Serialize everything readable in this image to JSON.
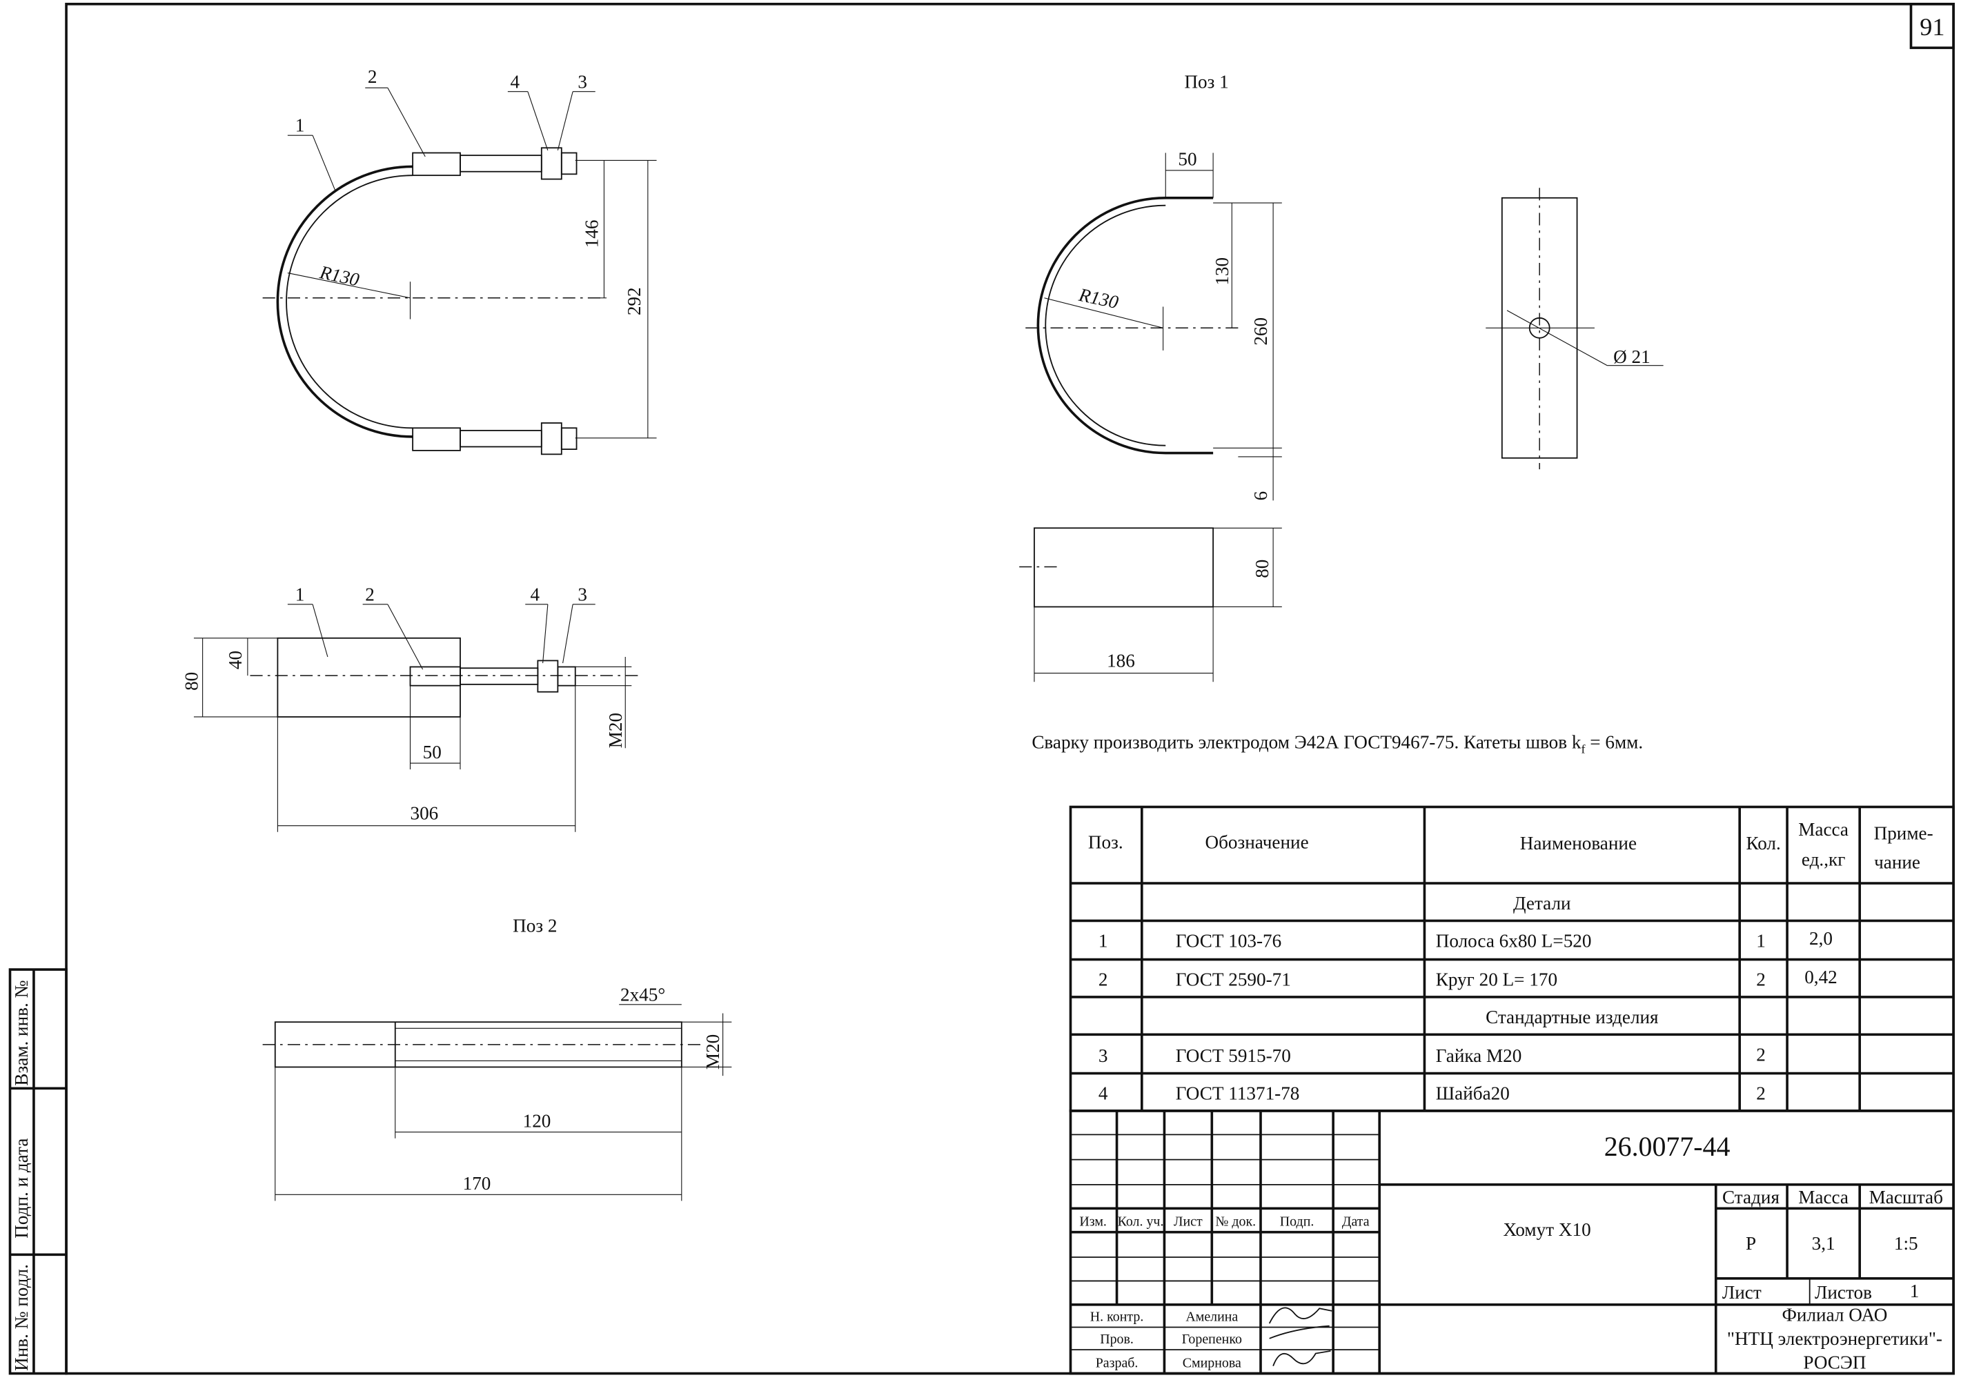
{
  "sheet_number": "91",
  "side_stamp": [
    "Взам. инв. №",
    "Подп. и дата",
    "Инв. № подл."
  ],
  "views": {
    "assembly_top": {
      "callouts": [
        "1",
        "2",
        "4",
        "3"
      ],
      "radius": "R130",
      "dim_146": "146",
      "dim_292": "292"
    },
    "assembly_side": {
      "callouts": [
        "1",
        "2",
        "4",
        "3"
      ],
      "dim_80": "80",
      "dim_40": "40",
      "dim_50": "50",
      "dim_306": "306",
      "thread": "M20"
    },
    "pos2": {
      "title": "Поз 2",
      "chamfer": "2x45°",
      "thread": "M20",
      "dim_120": "120",
      "dim_170": "170"
    },
    "pos1": {
      "title": "Поз 1",
      "dim_50": "50",
      "radius": "R130",
      "dim_130": "130",
      "dim_260": "260",
      "dim_6": "6",
      "dim_80": "80",
      "dim_186": "186",
      "hole": "Ø 21"
    }
  },
  "note": "Сварку производить электродом Э42А ГОСТ9467-75. Катеты швов k",
  "note_sub": "f",
  "note_end": " = 6мм.",
  "spec": {
    "headers": [
      "Поз.",
      "Обозначение",
      "Наименование",
      "Кол.",
      "Масса",
      "ед.,кг",
      "Приме-",
      "чание"
    ],
    "section_details": "Детали",
    "section_standard": "Стандартные изделия",
    "rows": [
      {
        "pos": "1",
        "designation": "ГОСТ 103-76",
        "name": "Полоса 6х80 L=520",
        "qty": "1",
        "mass": "2,0"
      },
      {
        "pos": "2",
        "designation": "ГОСТ 2590-71",
        "name": "Круг 20 L= 170",
        "qty": "2",
        "mass": "0,42"
      },
      {
        "pos": "3",
        "designation": "ГОСТ 5915-70",
        "name": "Гайка М20",
        "qty": "2",
        "mass": ""
      },
      {
        "pos": "4",
        "designation": "ГОСТ 11371-78",
        "name": "Шайба20",
        "qty": "2",
        "mass": ""
      }
    ]
  },
  "title_block": {
    "doc_number": "26.0077-44",
    "title": "Хомут Х10",
    "rev_headers": [
      "Изм.",
      "Кол. уч.",
      "Лист",
      "№ док.",
      "Подп.",
      "Дата"
    ],
    "stage_label": "Стадия",
    "mass_label": "Масса",
    "scale_label": "Масштаб",
    "stage": "Р",
    "mass": "3,1",
    "scale": "1:5",
    "sheet_label": "Лист",
    "sheets_label": "Листов",
    "sheets": "1",
    "roles": [
      {
        "role": "Н. контр.",
        "name": "Амелина"
      },
      {
        "role": "Пров.",
        "name": "Горепенко"
      },
      {
        "role": "Разраб.",
        "name": "Смирнова"
      }
    ],
    "org": [
      "Филиал ОАО",
      "\"НТЦ электроэнергетики\"-",
      "РОСЭП"
    ]
  }
}
